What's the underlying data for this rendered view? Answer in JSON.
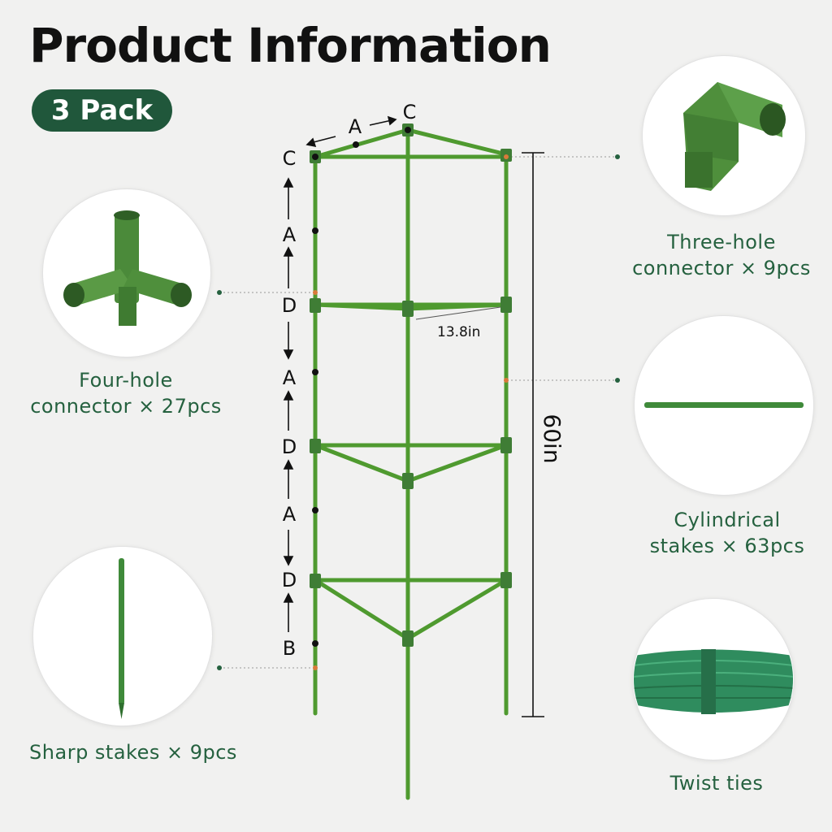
{
  "title": "Product Information",
  "badge": "3 Pack",
  "colors": {
    "brand_green": "#20573b",
    "caption_green": "#25613f",
    "frame_green": "#4f9a2f",
    "connector_green": "#3f7d35",
    "twist_tie_green": "#2e8a5c"
  },
  "parts": [
    {
      "icon": "four-hole-connector-icon",
      "caption_lines": [
        "Four-hole",
        "connector × 27pcs"
      ]
    },
    {
      "icon": "three-hole-connector-icon",
      "caption_lines": [
        "Three-hole",
        "connector × 9pcs"
      ]
    },
    {
      "icon": "cylindrical-stake-icon",
      "caption_lines": [
        "Cylindrical",
        "stakes × 63pcs"
      ]
    },
    {
      "icon": "sharp-stake-icon",
      "caption_lines": [
        "Sharp stakes × 9pcs"
      ]
    },
    {
      "icon": "twist-ties-icon",
      "caption_lines": [
        "Twist ties"
      ]
    }
  ],
  "diagram": {
    "side_labels": [
      "C",
      "A",
      "D",
      "A",
      "D",
      "A",
      "D",
      "B"
    ],
    "top_labels": [
      "A",
      "C"
    ],
    "width_label": "13.8in",
    "height_label": "60in"
  }
}
